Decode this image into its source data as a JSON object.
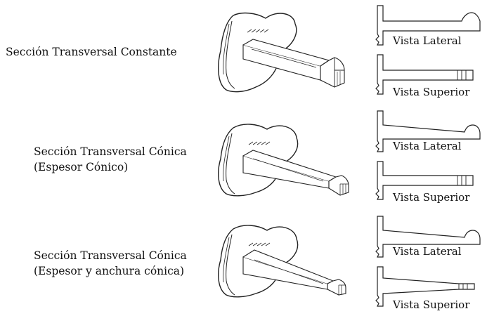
{
  "rows": [
    {
      "caption_lines": [
        "Sección Transversal Constante"
      ],
      "side_label": "Vista Lateral",
      "top_label": "Vista Superior"
    },
    {
      "caption_lines": [
        "Sección Transversal Cónica",
        "(Espesor Cónico)"
      ],
      "side_label": "Vista Lateral",
      "top_label": "Vista Superior"
    },
    {
      "caption_lines": [
        "Sección Transversal Cónica",
        "(Espesor y anchura cónica)"
      ],
      "side_label": "Vista Lateral",
      "top_label": "Vista Superior"
    }
  ],
  "icons": {
    "isometric": "cantilever-snap-fit-isometric-icon",
    "side_view": "snap-fit-side-view-icon",
    "top_view": "snap-fit-top-view-icon"
  }
}
